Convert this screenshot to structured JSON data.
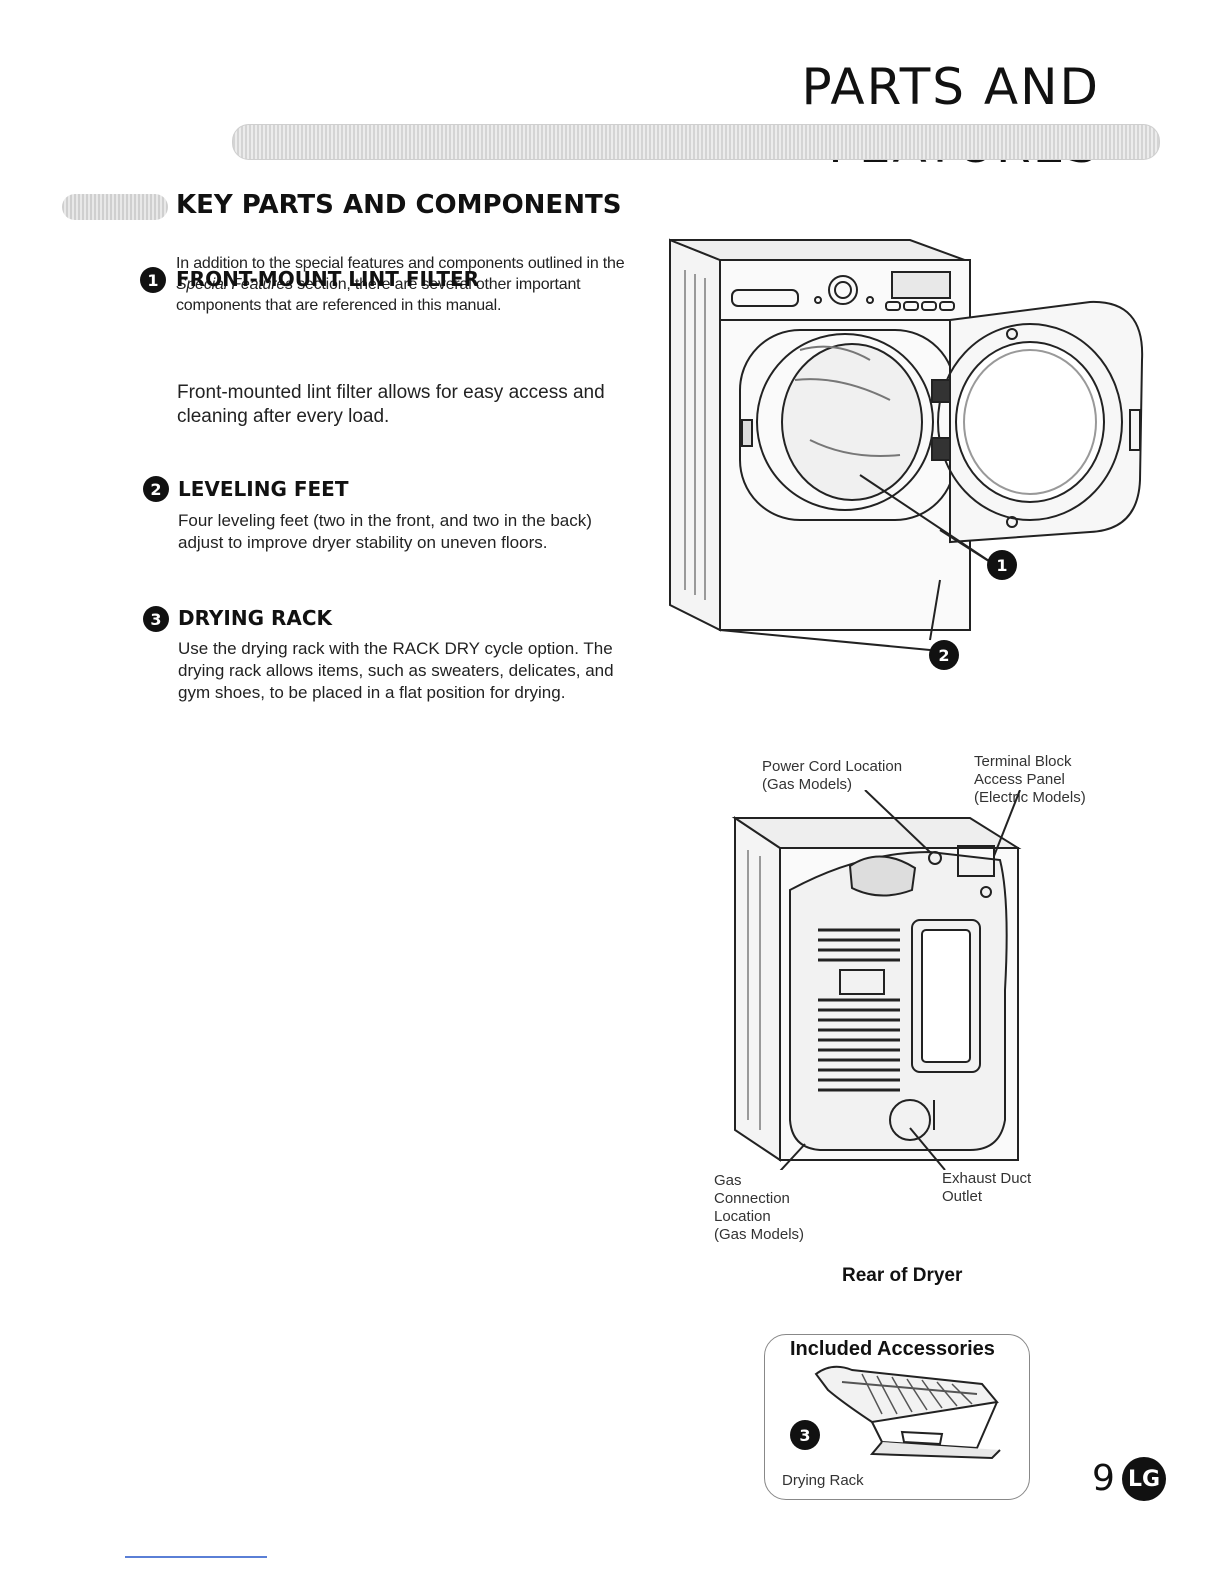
{
  "header": {
    "title": "PARTS AND FEATURES"
  },
  "section": {
    "heading": "KEY PARTS AND COMPONENTS",
    "intro_pre": "In addition to the special features and components outlined in the ",
    "intro_em": "Special Features",
    "intro_post": " section, there are several other important components that are referenced in this manual."
  },
  "features": [
    {
      "number": "1",
      "title": "FRONT-MOUNT LINT FILTER",
      "description": "Front-mounted lint filter allows for easy access and cleaning after every load."
    },
    {
      "number": "2",
      "title": "LEVELING FEET",
      "description": "Four leveling feet (two in the front, and two in the back) adjust to improve dryer stability on uneven floors."
    },
    {
      "number": "3",
      "title": "DRYING RACK",
      "description": "Use the drying rack with the RACK DRY cycle option. The drying rack allows items, such as sweaters, delicates, and gym shoes, to be placed in a flat position for drying."
    }
  ],
  "front_callouts": {
    "c1": "1",
    "c2": "2"
  },
  "rear": {
    "power_cord": "Power Cord Location\n(Gas Models)",
    "terminal_block": "Terminal Block\nAccess Panel\n(Electric Models)",
    "gas_connection": "Gas\nConnection\nLocation\n(Gas Models)",
    "exhaust": "Exhaust Duct\nOutlet",
    "caption": "Rear of Dryer"
  },
  "accessories": {
    "title": "Included Accessories",
    "badge": "3",
    "item": "Drying Rack"
  },
  "footer": {
    "page_number": "9",
    "logo": "LG"
  }
}
